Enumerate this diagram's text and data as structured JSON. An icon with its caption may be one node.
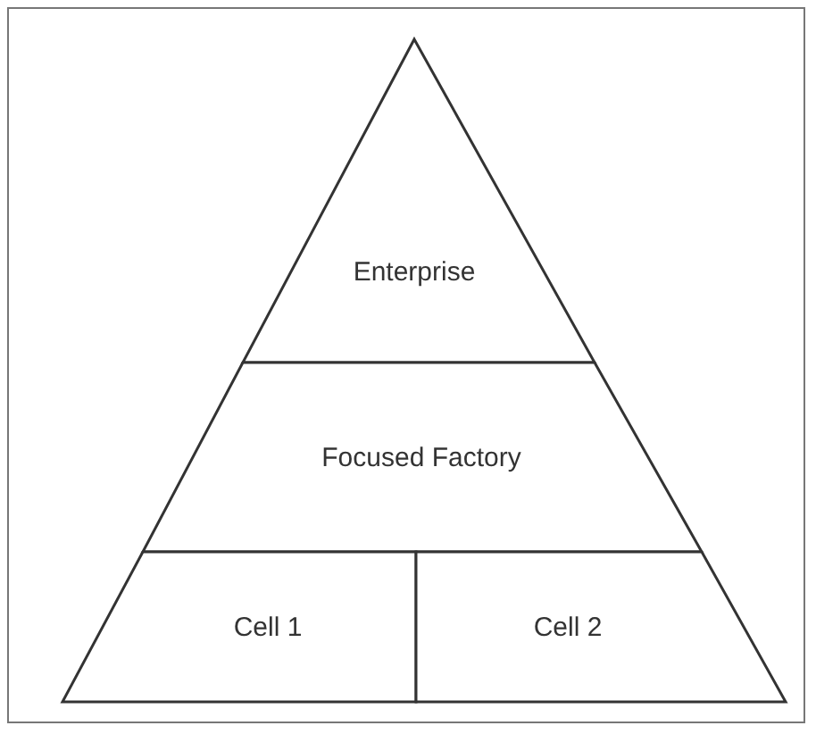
{
  "diagram": {
    "nodes": [
      {
        "text": [
          "Enterprise"
        ]
      },
      {
        "text": [
          "Focused Factory"
        ]
      },
      {
        "text": [
          "Cell 1"
        ]
      },
      {
        "text": [
          "Cell 2"
        ]
      }
    ]
  }
}
